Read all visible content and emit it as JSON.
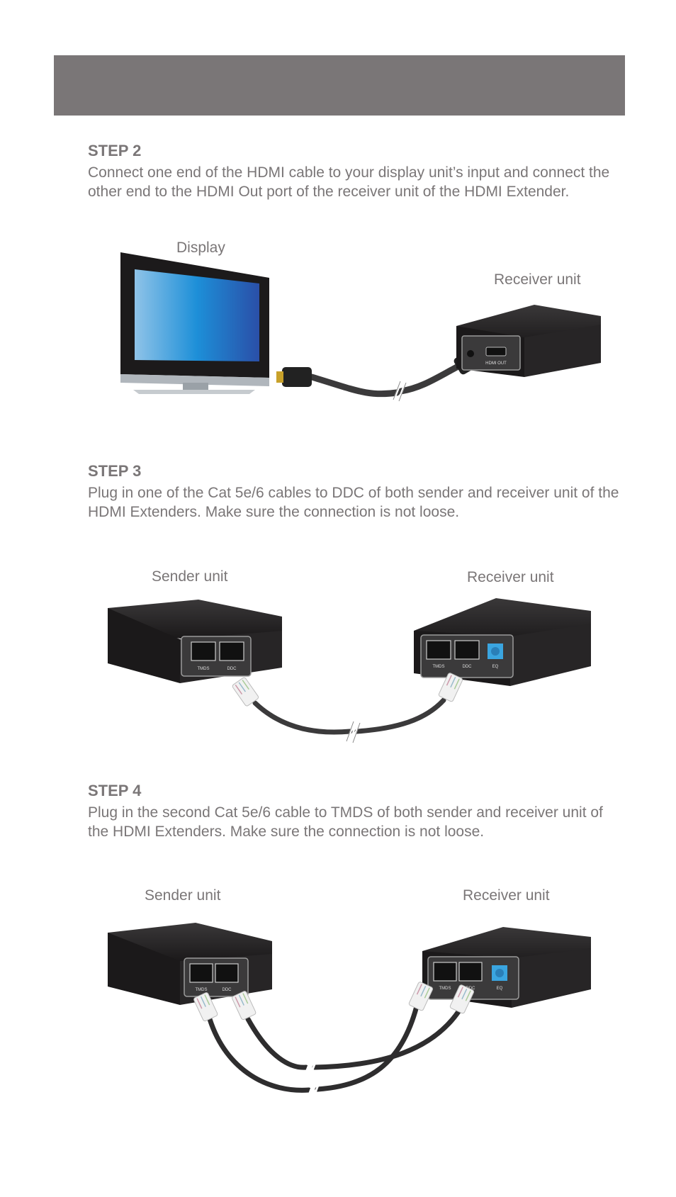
{
  "steps": [
    {
      "title": "STEP 2",
      "text": "Connect one end of the HDMI cable to your display unit’s input and connect the other end to the HDMI Out port of the receiver unit of the HDMI Extender.",
      "labels": {
        "display": "Display",
        "receiver": "Receiver unit"
      },
      "port_labels": {
        "hdmi_out": "HDMI OUT"
      }
    },
    {
      "title": "STEP 3",
      "text": "Plug in one of the Cat 5e/6 cables to DDC of both sender and receiver unit of the HDMI Extenders. Make sure the connection is not loose.",
      "labels": {
        "sender": "Sender unit",
        "receiver": "Receiver unit"
      },
      "port_labels": {
        "tmds": "TMDS",
        "ddc": "DDC",
        "eq": "EQ"
      }
    },
    {
      "title": "STEP 4",
      "text": "Plug in the second Cat 5e/6 cable to TMDS of both sender and receiver unit of the HDMI Extenders. Make sure the connection is not loose.",
      "labels": {
        "sender": "Sender unit",
        "receiver": "Receiver unit"
      },
      "port_labels": {
        "tmds": "TMDS",
        "ddc": "DDC",
        "eq": "EQ"
      }
    }
  ],
  "colors": {
    "header_bar": "#7a7677",
    "text": "#7a7677",
    "device_body": "#1e1c1d",
    "eq_dial": "#3aa5e0"
  }
}
